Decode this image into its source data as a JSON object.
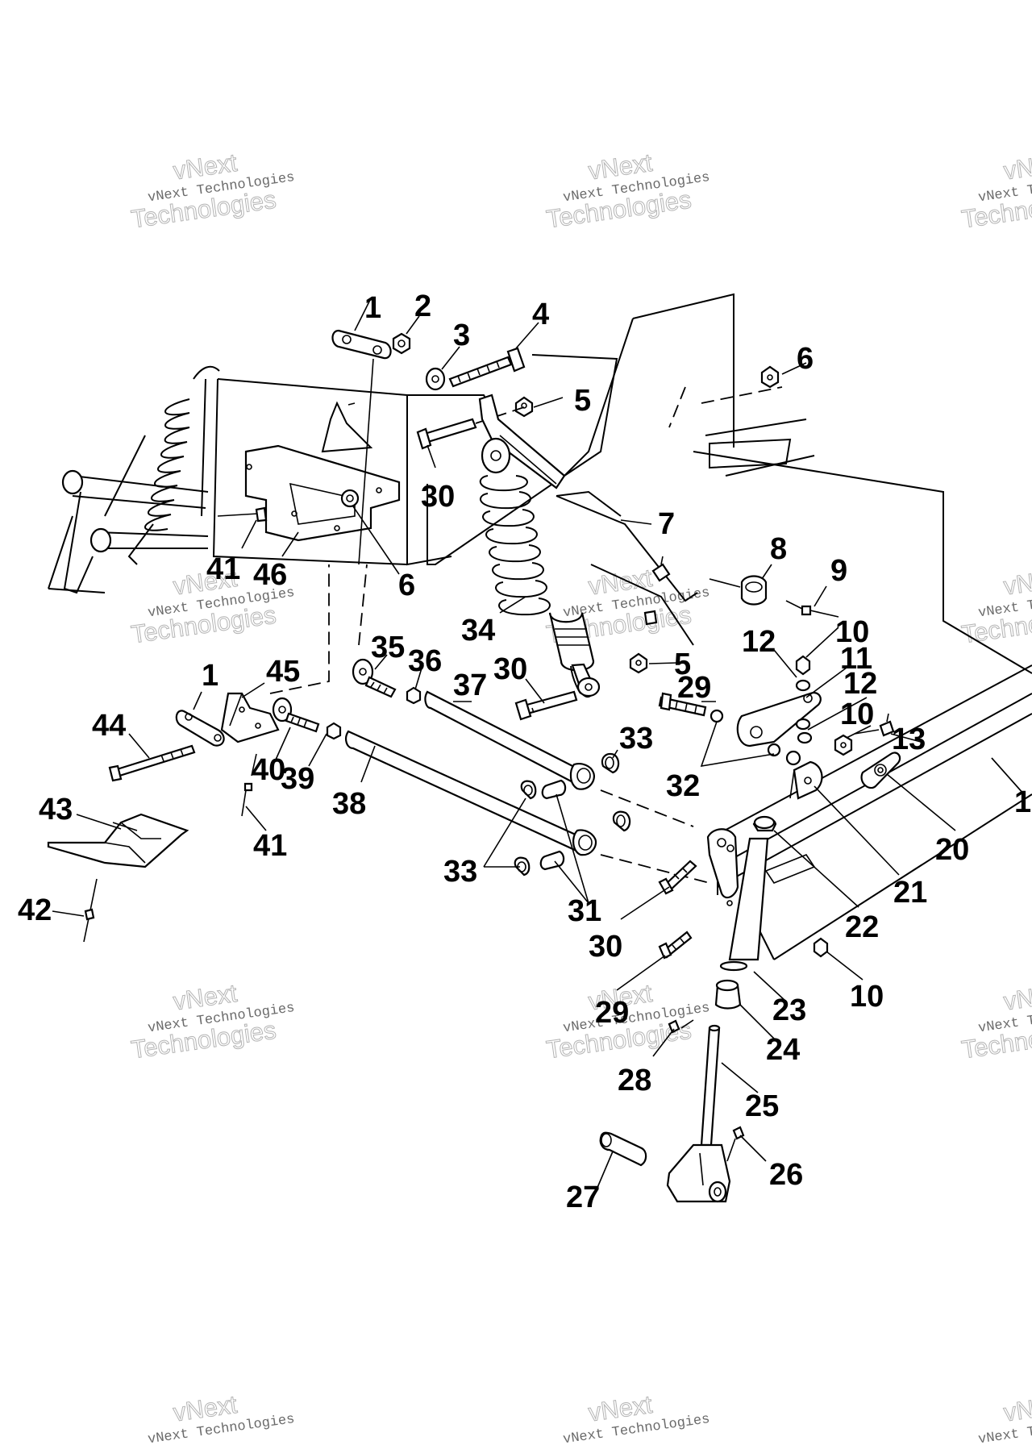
{
  "watermark": {
    "line1": "vNext",
    "line2": "vNext Technologies",
    "line3": "Technologies"
  },
  "labels": [
    {
      "id": "l1a",
      "text": "1"
    },
    {
      "id": "l2",
      "text": "2"
    },
    {
      "id": "l3",
      "text": "3"
    },
    {
      "id": "l4",
      "text": "4"
    },
    {
      "id": "l5a",
      "text": "5"
    },
    {
      "id": "l6a",
      "text": "6"
    },
    {
      "id": "l30a",
      "text": "30"
    },
    {
      "id": "l41a",
      "text": "41"
    },
    {
      "id": "l46",
      "text": "46"
    },
    {
      "id": "l6b",
      "text": "6"
    },
    {
      "id": "l7",
      "text": "7"
    },
    {
      "id": "l8",
      "text": "8"
    },
    {
      "id": "l9",
      "text": "9"
    },
    {
      "id": "l34",
      "text": "34"
    },
    {
      "id": "l10a",
      "text": "10"
    },
    {
      "id": "l12a",
      "text": "12"
    },
    {
      "id": "l11",
      "text": "11"
    },
    {
      "id": "l12b",
      "text": "12"
    },
    {
      "id": "l10b",
      "text": "10"
    },
    {
      "id": "l35",
      "text": "35"
    },
    {
      "id": "l36",
      "text": "36"
    },
    {
      "id": "l30b",
      "text": "30"
    },
    {
      "id": "l5b",
      "text": "5"
    },
    {
      "id": "l1b",
      "text": "1"
    },
    {
      "id": "l45",
      "text": "45"
    },
    {
      "id": "l37",
      "text": "37"
    },
    {
      "id": "l29a",
      "text": "29"
    },
    {
      "id": "l13",
      "text": "13"
    },
    {
      "id": "l44",
      "text": "44"
    },
    {
      "id": "l33a",
      "text": "33"
    },
    {
      "id": "l40",
      "text": "40"
    },
    {
      "id": "l39",
      "text": "39"
    },
    {
      "id": "l32",
      "text": "32"
    },
    {
      "id": "l38",
      "text": "38"
    },
    {
      "id": "l1c",
      "text": "1"
    },
    {
      "id": "l43",
      "text": "43"
    },
    {
      "id": "l20",
      "text": "20"
    },
    {
      "id": "l41b",
      "text": "41"
    },
    {
      "id": "l33b",
      "text": "33"
    },
    {
      "id": "l21",
      "text": "21"
    },
    {
      "id": "l31",
      "text": "31"
    },
    {
      "id": "l42",
      "text": "42"
    },
    {
      "id": "l22",
      "text": "22"
    },
    {
      "id": "l30c",
      "text": "30"
    },
    {
      "id": "l10c",
      "text": "10"
    },
    {
      "id": "l23",
      "text": "23"
    },
    {
      "id": "l29b",
      "text": "29"
    },
    {
      "id": "l24",
      "text": "24"
    },
    {
      "id": "l28",
      "text": "28"
    },
    {
      "id": "l25",
      "text": "25"
    },
    {
      "id": "l26",
      "text": "26"
    },
    {
      "id": "l27",
      "text": "27"
    }
  ]
}
